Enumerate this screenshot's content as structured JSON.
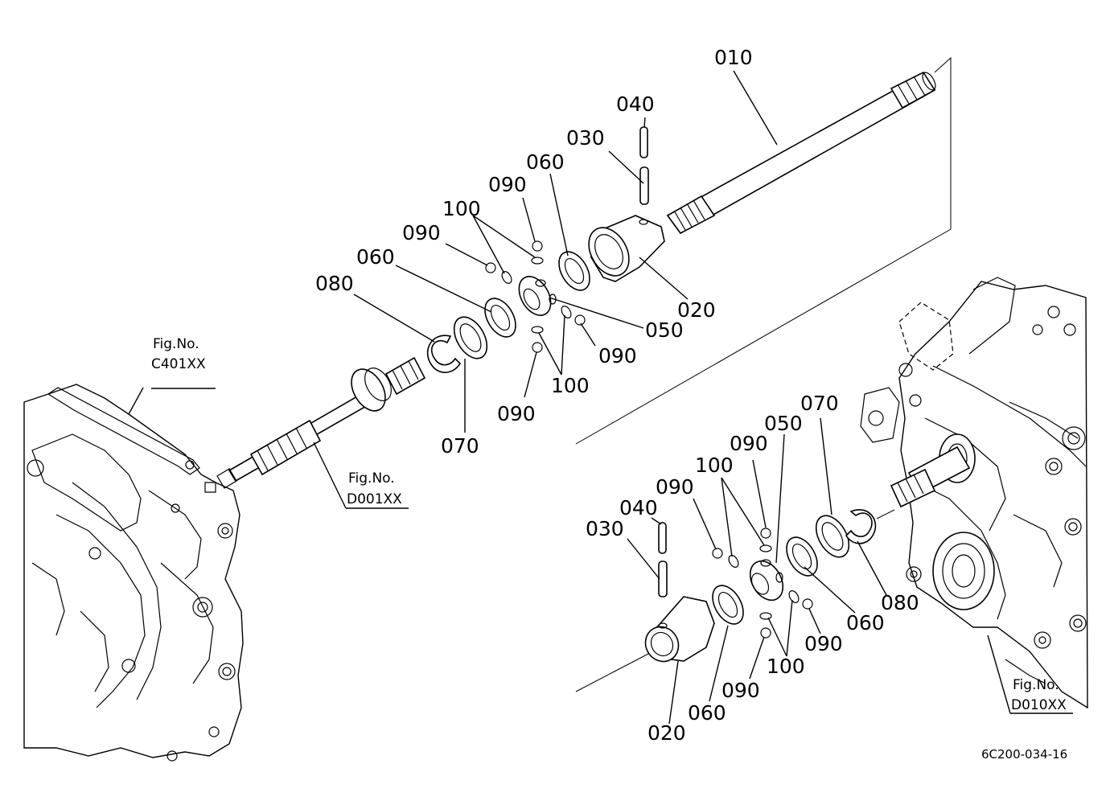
{
  "callouts": {
    "top": {
      "p010": "010",
      "p040": "040",
      "p030": "030",
      "p060a": "060",
      "p090a": "090",
      "p100a": "100",
      "p090b": "090",
      "p060b": "060",
      "p080": "080",
      "p020": "020",
      "p050": "050",
      "p090c": "090",
      "p100b": "100",
      "p090d": "090",
      "p070": "070"
    },
    "bottom": {
      "p070": "070",
      "p050": "050",
      "p090a": "090",
      "p100a": "100",
      "p090b": "090",
      "p040": "040",
      "p030": "030",
      "p060a": "060",
      "p080": "080",
      "p090c": "090",
      "p100b": "100",
      "p090d": "090",
      "p060b": "060",
      "p020": "020"
    }
  },
  "figure_refs": {
    "left": {
      "line1": "Fig.No.",
      "line2": "C401XX"
    },
    "center": {
      "line1": "Fig.No.",
      "line2": "D001XX"
    },
    "right": {
      "line1": "Fig.No.",
      "line2": "D010XX"
    }
  },
  "drawing_code": "6C200-034-16"
}
